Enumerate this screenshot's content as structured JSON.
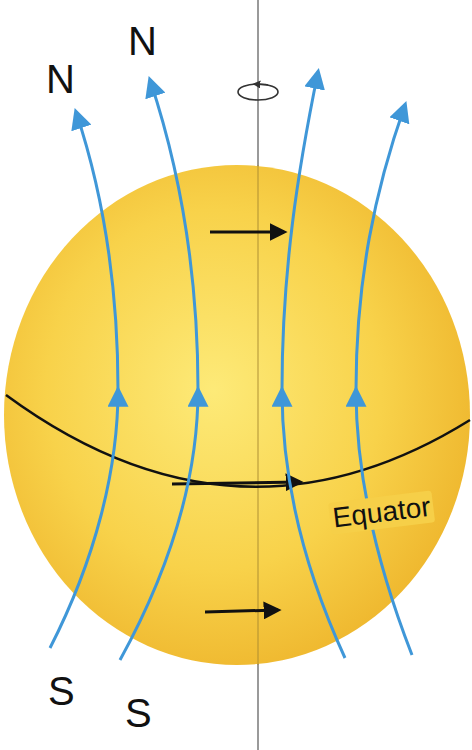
{
  "diagram": {
    "labels": [
      "N",
      "N",
      "Equator",
      "S",
      "S"
    ]
  }
}
